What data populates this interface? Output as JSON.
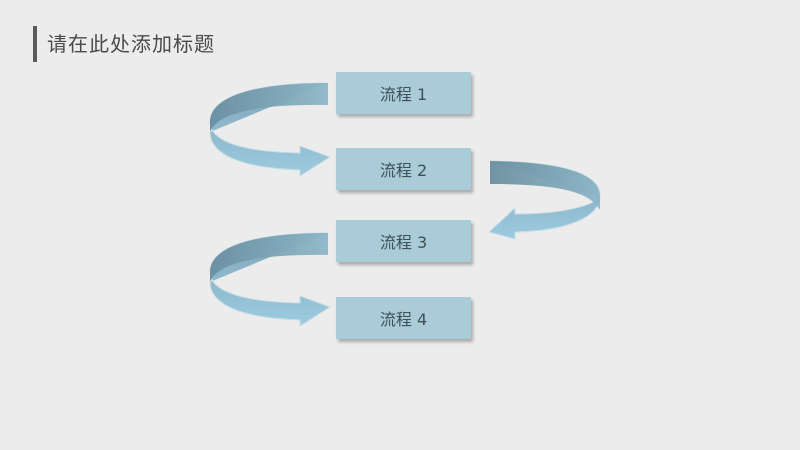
{
  "slide": {
    "title": "请在此处添加标题"
  },
  "flow": {
    "steps": [
      {
        "label": "流程 1"
      },
      {
        "label": "流程 2"
      },
      {
        "label": "流程 3"
      },
      {
        "label": "流程 4"
      }
    ]
  },
  "colors": {
    "background": "#ececec",
    "box_fill": "#a9ccd8",
    "arrow_light": "#8cc0d6",
    "arrow_dark": "#6f97a8",
    "title_bar": "#5b5b5b",
    "title_text": "#4a4a4a"
  }
}
